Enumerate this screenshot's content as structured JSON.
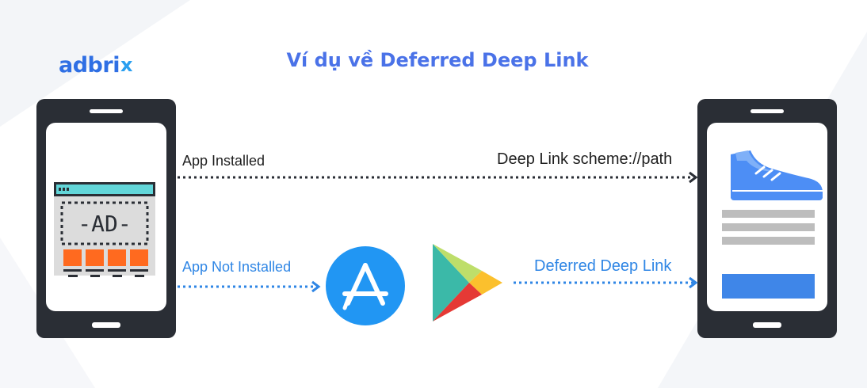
{
  "logo": {
    "text": "adbri",
    "mark": "x"
  },
  "title": "Ví dụ về Deferred Deep Link",
  "left_phone": {
    "ad_text": "-AD-"
  },
  "labels": {
    "app_installed": "App Installed",
    "deep_link": "Deep Link scheme://path",
    "app_not_installed": "App Not Installed",
    "deferred_deep_link": "Deferred Deep Link"
  },
  "icons": {
    "app_store": "app-store-icon",
    "play_store": "google-play-icon",
    "product": "sneaker-icon"
  },
  "colors": {
    "title": "#4a72e8",
    "blue_label": "#2f86e5",
    "phone_body": "#2a2e35",
    "ad_orange": "#ff6a1f",
    "ad_teal": "#62d6d9",
    "shoe_blue": "#4d8ef5",
    "button_blue": "#3f86e8"
  }
}
